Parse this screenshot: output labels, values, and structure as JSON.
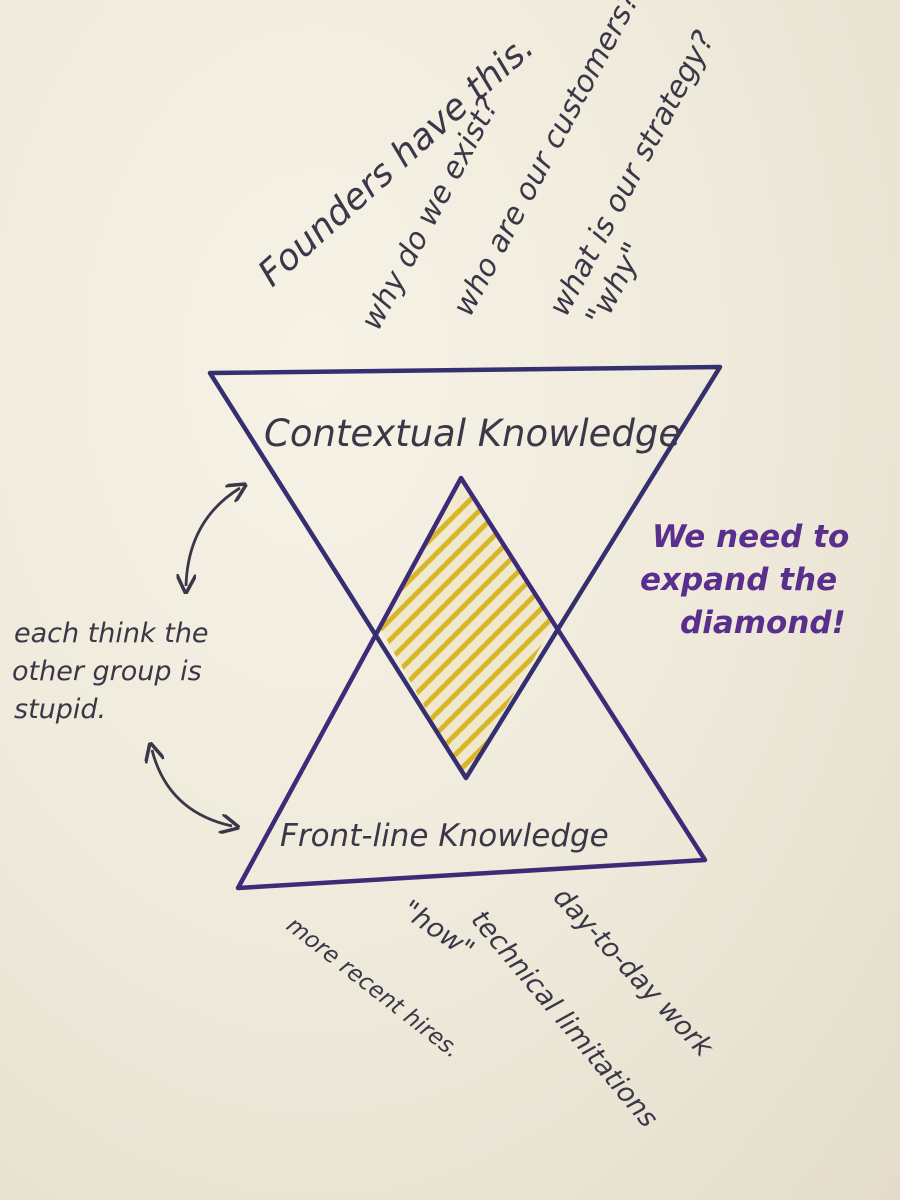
{
  "top_notes": {
    "founders": "Founders have this.",
    "line1": "why do we exist?",
    "line2": "who are our customers?",
    "line3": "what is our strategy?",
    "line4": "\"why\""
  },
  "triangles": {
    "top_label": "Contextual Knowledge",
    "bottom_label": "Front-line Knowledge"
  },
  "side_note": {
    "line1": "each think the",
    "line2": "other group is",
    "line3": "stupid."
  },
  "right_note": {
    "line1": "We need to",
    "line2": "expand the",
    "line3": "diamond!"
  },
  "bottom_notes": {
    "day": "day-to-day work",
    "technical": "technical limitations",
    "how": "\"how\"",
    "hires": "more recent hires."
  },
  "colors": {
    "ink": "#3a3848",
    "triangle_top": "#34306f",
    "triangle_bottom": "#3d2a78",
    "accent_purple": "#5a2e8c",
    "gold": "#d8b62a"
  },
  "icons": {
    "arrow_top": "double-arrow-icon",
    "arrow_bottom": "double-arrow-icon"
  }
}
